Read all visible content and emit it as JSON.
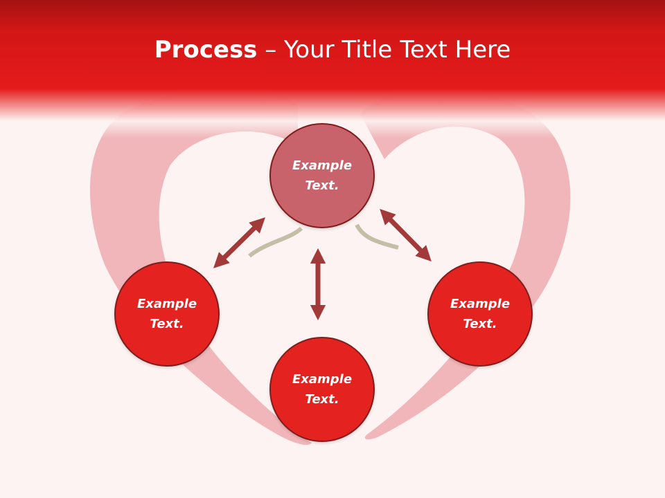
{
  "title": {
    "bold": "Process",
    "rest": " – Your Title Text Here"
  },
  "nodes": {
    "top": "Example Text.",
    "left": "Example Text.",
    "bottom": "Example Text.",
    "right": "Example Text."
  },
  "colors": {
    "header_red": "#e41b1b",
    "node_red": "#e42320",
    "node_top": "#c9636b",
    "node_border": "#7e1d1d",
    "arrow": "#a33a3a",
    "background": "#fdf3f2"
  }
}
